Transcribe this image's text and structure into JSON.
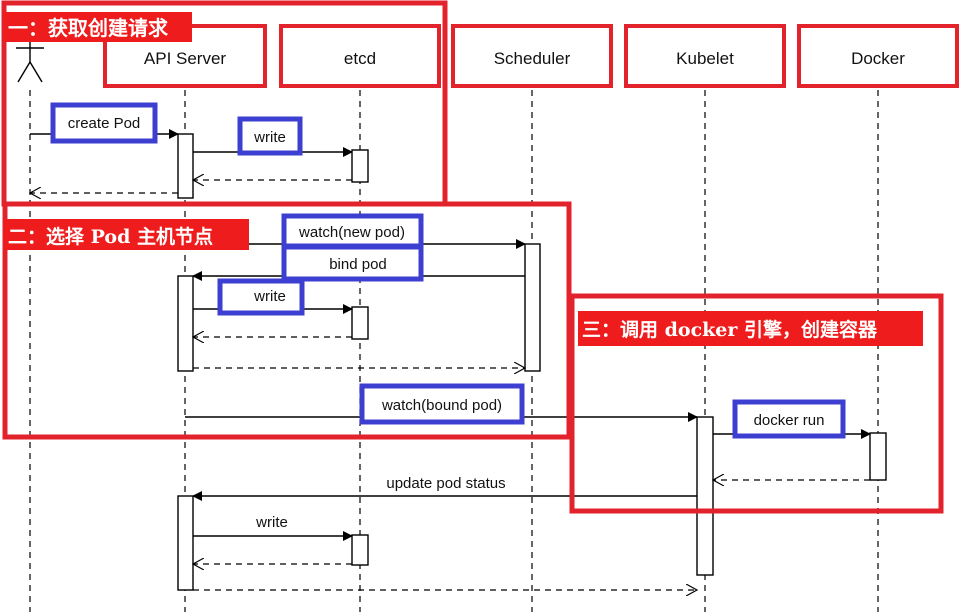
{
  "participants": [
    {
      "id": "actor",
      "label": ""
    },
    {
      "id": "api",
      "label": "API Server"
    },
    {
      "id": "etcd",
      "label": "etcd"
    },
    {
      "id": "scheduler",
      "label": "Scheduler"
    },
    {
      "id": "kubelet",
      "label": "Kubelet"
    },
    {
      "id": "docker",
      "label": "Docker"
    }
  ],
  "messages": {
    "create_pod": "create Pod",
    "write_1": "write",
    "watch_new_pod": "watch(new pod)",
    "bind_pod": "bind pod",
    "write_2": "write",
    "watch_bound_pod": "watch(bound pod)",
    "docker_run": "docker run",
    "update_pod_status": "update pod status",
    "write_3": "write"
  },
  "phases": [
    {
      "id": "phase1",
      "label": "一：获取创建请求"
    },
    {
      "id": "phase2",
      "label": "二：选择 Pod 主机节点"
    },
    {
      "id": "phase3",
      "label": "三：调用 docker 引擎，创建容器"
    }
  ],
  "colors": {
    "phase_border": "#e3232c",
    "phase_label_bg": "#ee1c1c",
    "highlight_box": "#3c3fd0",
    "line": "#000000"
  }
}
